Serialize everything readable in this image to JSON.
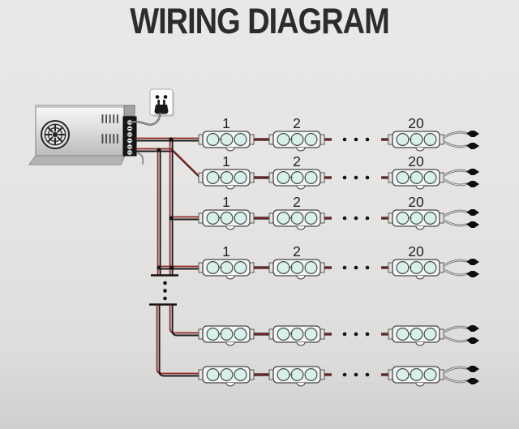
{
  "title": "WIRING DIAGRAM",
  "rows": [
    {
      "module_labels": {
        "first": "1",
        "second": "2",
        "last": "20"
      }
    },
    {
      "module_labels": {
        "first": "1",
        "second": "2",
        "last": "20"
      }
    },
    {
      "module_labels": {
        "first": "1",
        "second": "2",
        "last": "20"
      }
    },
    {
      "module_labels": {
        "first": "1",
        "second": "2",
        "last": "20"
      }
    },
    {
      "module_labels": null
    },
    {
      "module_labels": null
    }
  ],
  "icons": {
    "power_supply": "psu-box-with-fan-grille",
    "terminal_block": "screw-terminal-strip",
    "outlet": "ac-wall-outlet",
    "plug": "two-prong-plug",
    "row_continuation": "horizontal-ellipsis-dots",
    "vertical_continuation": "vertical-ellipsis-dots",
    "end_connector": "pigtail-clip-connectors"
  },
  "colors": {
    "background": "#e4e3e1",
    "title_text": "#2d2c2a",
    "wire_red": "#8e2424",
    "wire_black": "#1a1a1a",
    "led_fill": "#d9efe9",
    "module_body": "#f5f5f3"
  }
}
